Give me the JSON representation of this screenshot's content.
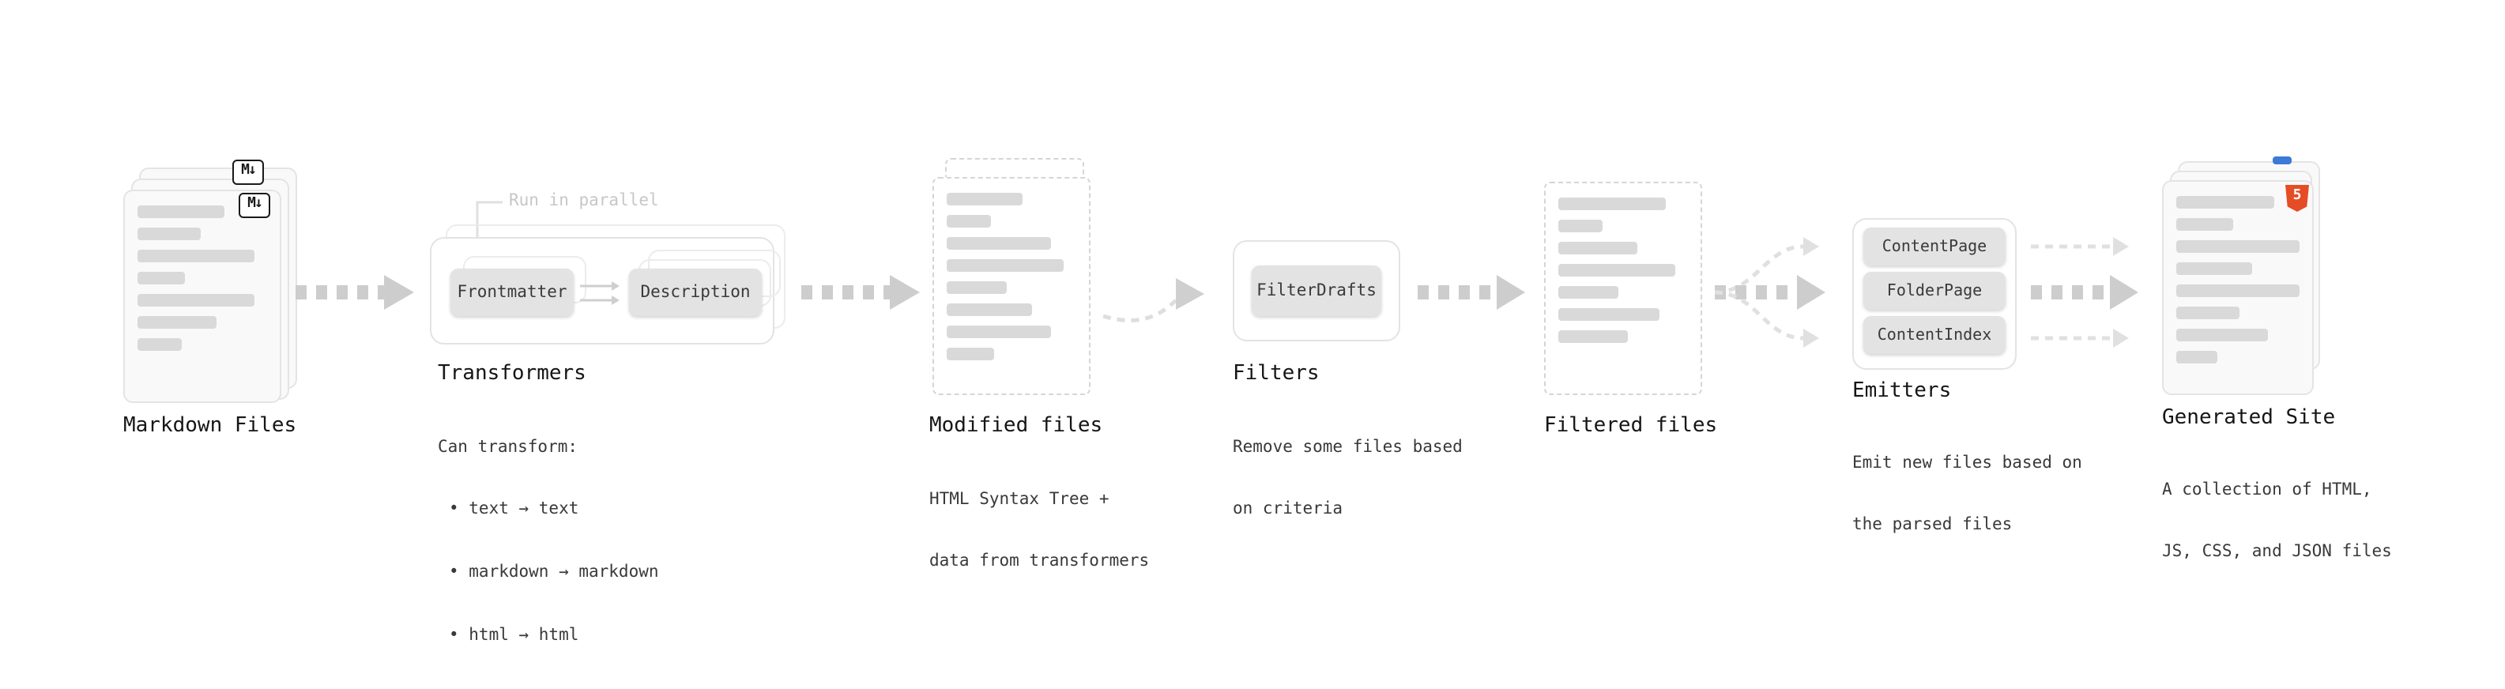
{
  "colors": {
    "background": "#ffffff",
    "arrow_thick": "#cdcdcd",
    "arrow_thin": "#e0e0e0",
    "card_bg": "#f9f9f9",
    "card_border": "#e4e4e4",
    "skeleton_line": "#d9d9d9",
    "button_bg": "#e3e3e3",
    "button_text": "#3a3a3a",
    "heading_text": "#161616",
    "body_text": "#393939",
    "annotation_text": "#c7c7c7",
    "markdown_badge": "#1a1a1a",
    "html5_badge": "#e44d26",
    "css_pill": "#3c79d8"
  },
  "nodes": {
    "markdown_files": {
      "label": "Markdown Files",
      "badge": "M↓"
    },
    "transformers": {
      "annotation": "Run in parallel",
      "buttons": [
        "Frontmatter",
        "Description"
      ],
      "label": "Transformers",
      "desc": [
        "Can transform:",
        "• text → text",
        "• markdown → markdown",
        "• html → html"
      ]
    },
    "modified_files": {
      "label": "Modified files",
      "desc": [
        "HTML Syntax Tree +",
        "data from transformers"
      ]
    },
    "filters": {
      "buttons": [
        "FilterDrafts"
      ],
      "label": "Filters",
      "desc": [
        "Remove some files based",
        "on criteria"
      ]
    },
    "filtered_files": {
      "label": "Filtered files"
    },
    "emitters": {
      "buttons": [
        "ContentPage",
        "FolderPage",
        "ContentIndex"
      ],
      "label": "Emitters",
      "desc": [
        "Emit new files based on",
        "the parsed files"
      ]
    },
    "generated_site": {
      "label": "Generated Site",
      "badge": "5",
      "desc": [
        "A collection of HTML,",
        "JS, CSS, and JSON files"
      ]
    }
  },
  "skeletons": {
    "markdown_front": [
      55,
      40,
      74,
      30,
      74,
      50,
      28
    ],
    "modified_front": [
      48,
      28,
      66,
      74,
      38,
      54,
      66,
      30
    ],
    "filtered_front": [
      68,
      28,
      50,
      74,
      38,
      64,
      44
    ],
    "generated_front": [
      62,
      36,
      78,
      48,
      78,
      40,
      58,
      26
    ]
  }
}
